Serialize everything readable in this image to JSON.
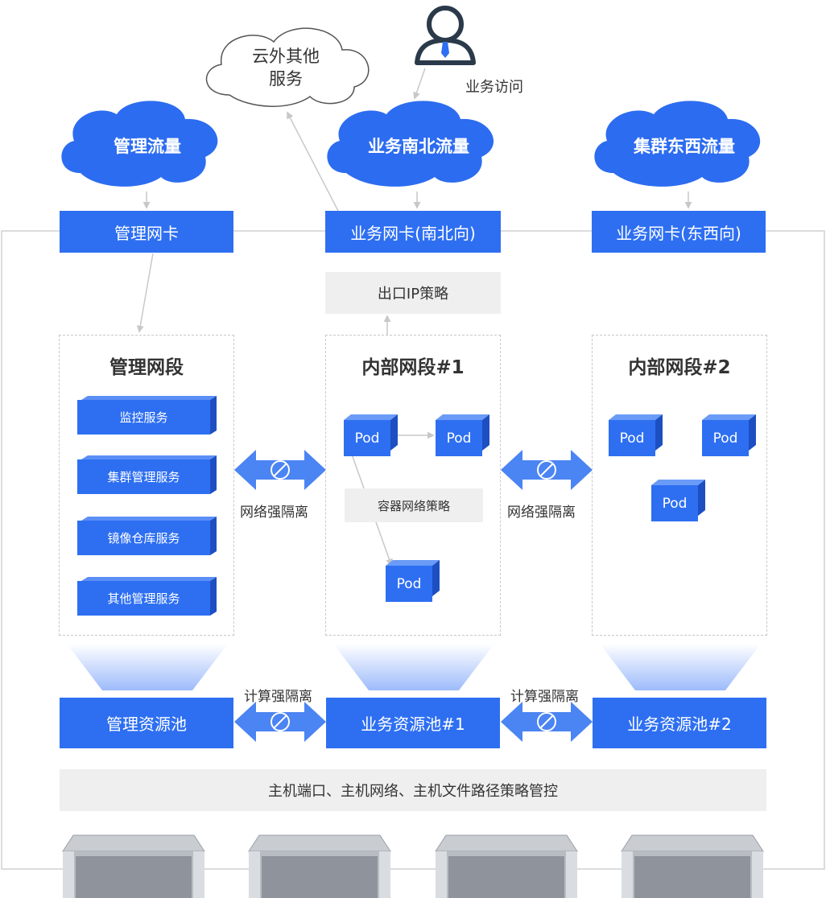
{
  "clouds": {
    "other_services_line1": "云外其他",
    "other_services_line2": "服务",
    "mgmt_traffic": "管理流量",
    "ns_traffic": "业务南北流量",
    "ew_traffic": "集群东西流量"
  },
  "user": {
    "label": "业务访问"
  },
  "nics": {
    "mgmt": "管理网卡",
    "ns": "业务网卡(南北向)",
    "ew": "业务网卡(东西向)"
  },
  "egress_policy": "出口IP策略",
  "segments": {
    "mgmt": {
      "title": "管理网段",
      "services": [
        "监控服务",
        "集群管理服务",
        "镜像仓库服务",
        "其他管理服务"
      ]
    },
    "internal1": {
      "title": "内部网段#1",
      "pod_label": "Pod",
      "container_policy": "容器网络策略"
    },
    "internal2": {
      "title": "内部网段#2",
      "pod_label": "Pod"
    }
  },
  "isolation": {
    "network": "网络强隔离",
    "compute": "计算强隔离"
  },
  "pools": {
    "mgmt": "管理资源池",
    "biz1": "业务资源池#1",
    "biz2": "业务资源池#2"
  },
  "host_policy": "主机端口、主机网络、主机文件路径策略管控",
  "colors": {
    "primary_blue": "#2e6ff2",
    "cloud_blue": "#2c6cf0",
    "light_gray": "#efefef",
    "line_gray": "#c8c8c8"
  }
}
